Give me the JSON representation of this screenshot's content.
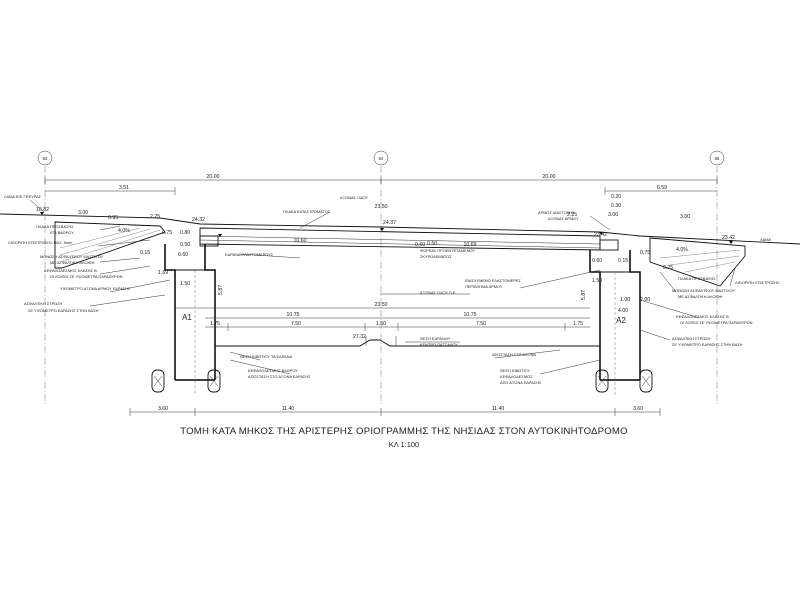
{
  "title": "ΤΟΜΗ ΚΑΤΑ ΜΗΚΟΣ ΤΗΣ ΑΡΙΣΤΕΡΗΣ ΟΡΙΟΓΡΑΜΜΗΣ ΤΗΣ ΝΗΣΙΔΑΣ ΣΤΟΝ ΑΥΤΟΚΙΝΗΤΟΔΡΟΜΟ",
  "scale": "ΚΛ 1:100",
  "grid_bubbles": [
    "63",
    "64",
    "65"
  ],
  "supports": [
    "A1",
    "A2"
  ],
  "dims_top": [
    "3.51",
    "20.00",
    "20.00",
    "6.59"
  ],
  "dims_bottom": [
    "3.60",
    "11.40",
    "11.40",
    "3.60"
  ],
  "dims_slab": [
    "23.50",
    "10.60",
    "10.69"
  ],
  "dims_mid": [
    "23.50",
    "10.75",
    "10.75",
    "1.75",
    "7.50",
    "1.50",
    "7.50",
    "1.75"
  ],
  "elevations": [
    "18.82",
    "24.32",
    "24.37",
    "23.42",
    "23.42",
    "27.32"
  ],
  "small_dims": [
    "3.00",
    "0.95",
    "2.25",
    "4.0%",
    "0.75",
    "0.80",
    "0.50",
    "0.60",
    "0.15",
    "1.69",
    "1.50",
    "0.60",
    "0.50",
    "2.25",
    "3.00",
    "0.30",
    "0.20",
    "0.75",
    "0.15",
    "1.00",
    "2.00",
    "4.0%",
    "0.25",
    "4.00",
    "3.00",
    "1.50",
    "0.60",
    "5.87",
    "5.87"
  ],
  "notes": {
    "left_top": "ΛΑΜΑ ΕΠΙ ΓΕΦΥΡΑΣ",
    "left_1": "ΠΛΑΚΑ ΠΡΟΣΒΑΣΗΣ",
    "left_2": "ΕΠΙ ΒΑΘΡΟΥ",
    "left_3": "ΜΟΝΩΣΗ ΑΣΦΑΛΤΙΚΟΥ ΜΑΣΤΙΧΟΥ",
    "left_4": "ΜΕ ΑΣΦΑΛΤΙΚΗ ΑΛΟΙΦΗ",
    "left_5": "ΚΕΦΑΛΟΔΕΣΜΟΣ ΚΛΑΣΗΣ Β",
    "left_6": "ΟΙ ΛΟΙΠΟΙ ΣΕ ΥΨΟΜΕΤΡΑ ΠΑΡΑΘΥΡΩΝ",
    "left_7": "ΛΙΘΟΡΙΠΗ ΕΠΙΣΤΡΩΣΗΣ ΠΑΧ. 5mm",
    "left_8": "ΥΨΟΜΕΤΡΟ ΑΞΟΝΑ ΑΡΜΟΥ ΕΔΡΑΣΗΣ",
    "left_9": "ΑΣΦΑΛΤΙΚΗ ΣΤΡΩΣΗ",
    "left_10": "ΣΕ ΥΨΟΜΕΤΡΟ ΕΔΡΑΣΗΣ ΣΤΗΝ ΒΑΣΗ",
    "right_1": "ΠΛΑΚΑ ΠΡΟΣΒΑΣΗΣ",
    "right_2": "ΜΟΝΩΣΗ ΑΣΦΑΛΤΙΚΟΥ ΜΑΣΤΙΧΟΥ",
    "right_3": "ΜΕ ΑΣΦΑΛΤΙΚΗ ΑΛΟΙΦΗ",
    "right_4": "ΛΙΘΟΡΙΠΗ ΕΠΙΣΤΡΩΣΗΣ",
    "right_5": "ΚΕΦΑΛΟΔΕΣΜΟΣ ΚΛΑΣΗΣ Β",
    "right_6": "ΟΙ ΛΟΙΠΟΙ ΣΕ ΥΨΟΜΕΤΡΑ ΠΑΡΑΘΥΡΩΝ",
    "right_7": "ΑΣΦΑΛΤΙΚΗ ΣΤΡΩΣΗ",
    "right_8": "ΣΕ ΥΨΟΜΕΤΡΟ ΕΔΡΑΣΗΣ ΣΤΗΝ ΒΑΣΗ",
    "right_top": "ΛΑΜΑ",
    "mid_1": "ΑΡΜΟΣ ΔΙΑΣΤΟΛΗΣ",
    "mid_2": "ΑΞΟΝΑΣ ΑΡΜΟΥ",
    "mid_3": "ΠΛΑΚΑ ΚΑΤΑΣΤΡΩΜΑΤΟΣ",
    "mid_4": "ΑΞΟΝΑΣ ΟΔΟΥ",
    "mid_5": "ΦΟΡΕΑΣ ΠΡΟΕΝΤΕΤΑΜΕΝΟΥ",
    "mid_6": "ΣΚΥΡΟΔΕΜΑΤΟΣ",
    "mid_7": "ΕΔΡΑΝΑ ΕΛΑΣΤΟΜΕΡΟΥΣ",
    "mid_8": "ΑΞΟΝΑΣ ΟΔΟΥ Π.Ε.",
    "mid_9": "ΕΝΙΣΧΥΜΕΝΟ ΕΛΑΣΤΟΜΕΡΕΣ",
    "mid_10": "ΠΕΡΙΒΛΗΜΑ ΑΡΜΟΥ",
    "bot_1": "ΘΕΣΗ ΚΙΒΩΤΙΟΥ ΤΑ ΕΔΡΑΝΑ",
    "bot_2": "ΚΕΦΑΛΟΔΕΣΜΟΣ ΒΑΘΡΟΥ",
    "bot_3": "ΑΠΟΣΤΑΣΗ ΣΤΟ ΑΞΟΝΑ ΕΔΡΑΣΗΣ",
    "bot_4": "ΘΕΣΗ ΕΔΡΑΝΟΥ",
    "bot_5": "ΚΕΝΤΡΟ ΠΑΣΣΑΛΟΥ",
    "bot_6": "ΑΠΟΣΤΑΣΗ ΣΤΟ ΑΞΟΝΑ",
    "bot_7": "ΘΕΣΗ ΚΙΒΩΤΙΟΥ",
    "bot_8": "ΚΕΦΑΛΟΔΕΣΜΟΣ",
    "bot_9": "ΑΠΟ ΑΞΟΝΑ ΕΔΡΑΣΗΣ"
  }
}
